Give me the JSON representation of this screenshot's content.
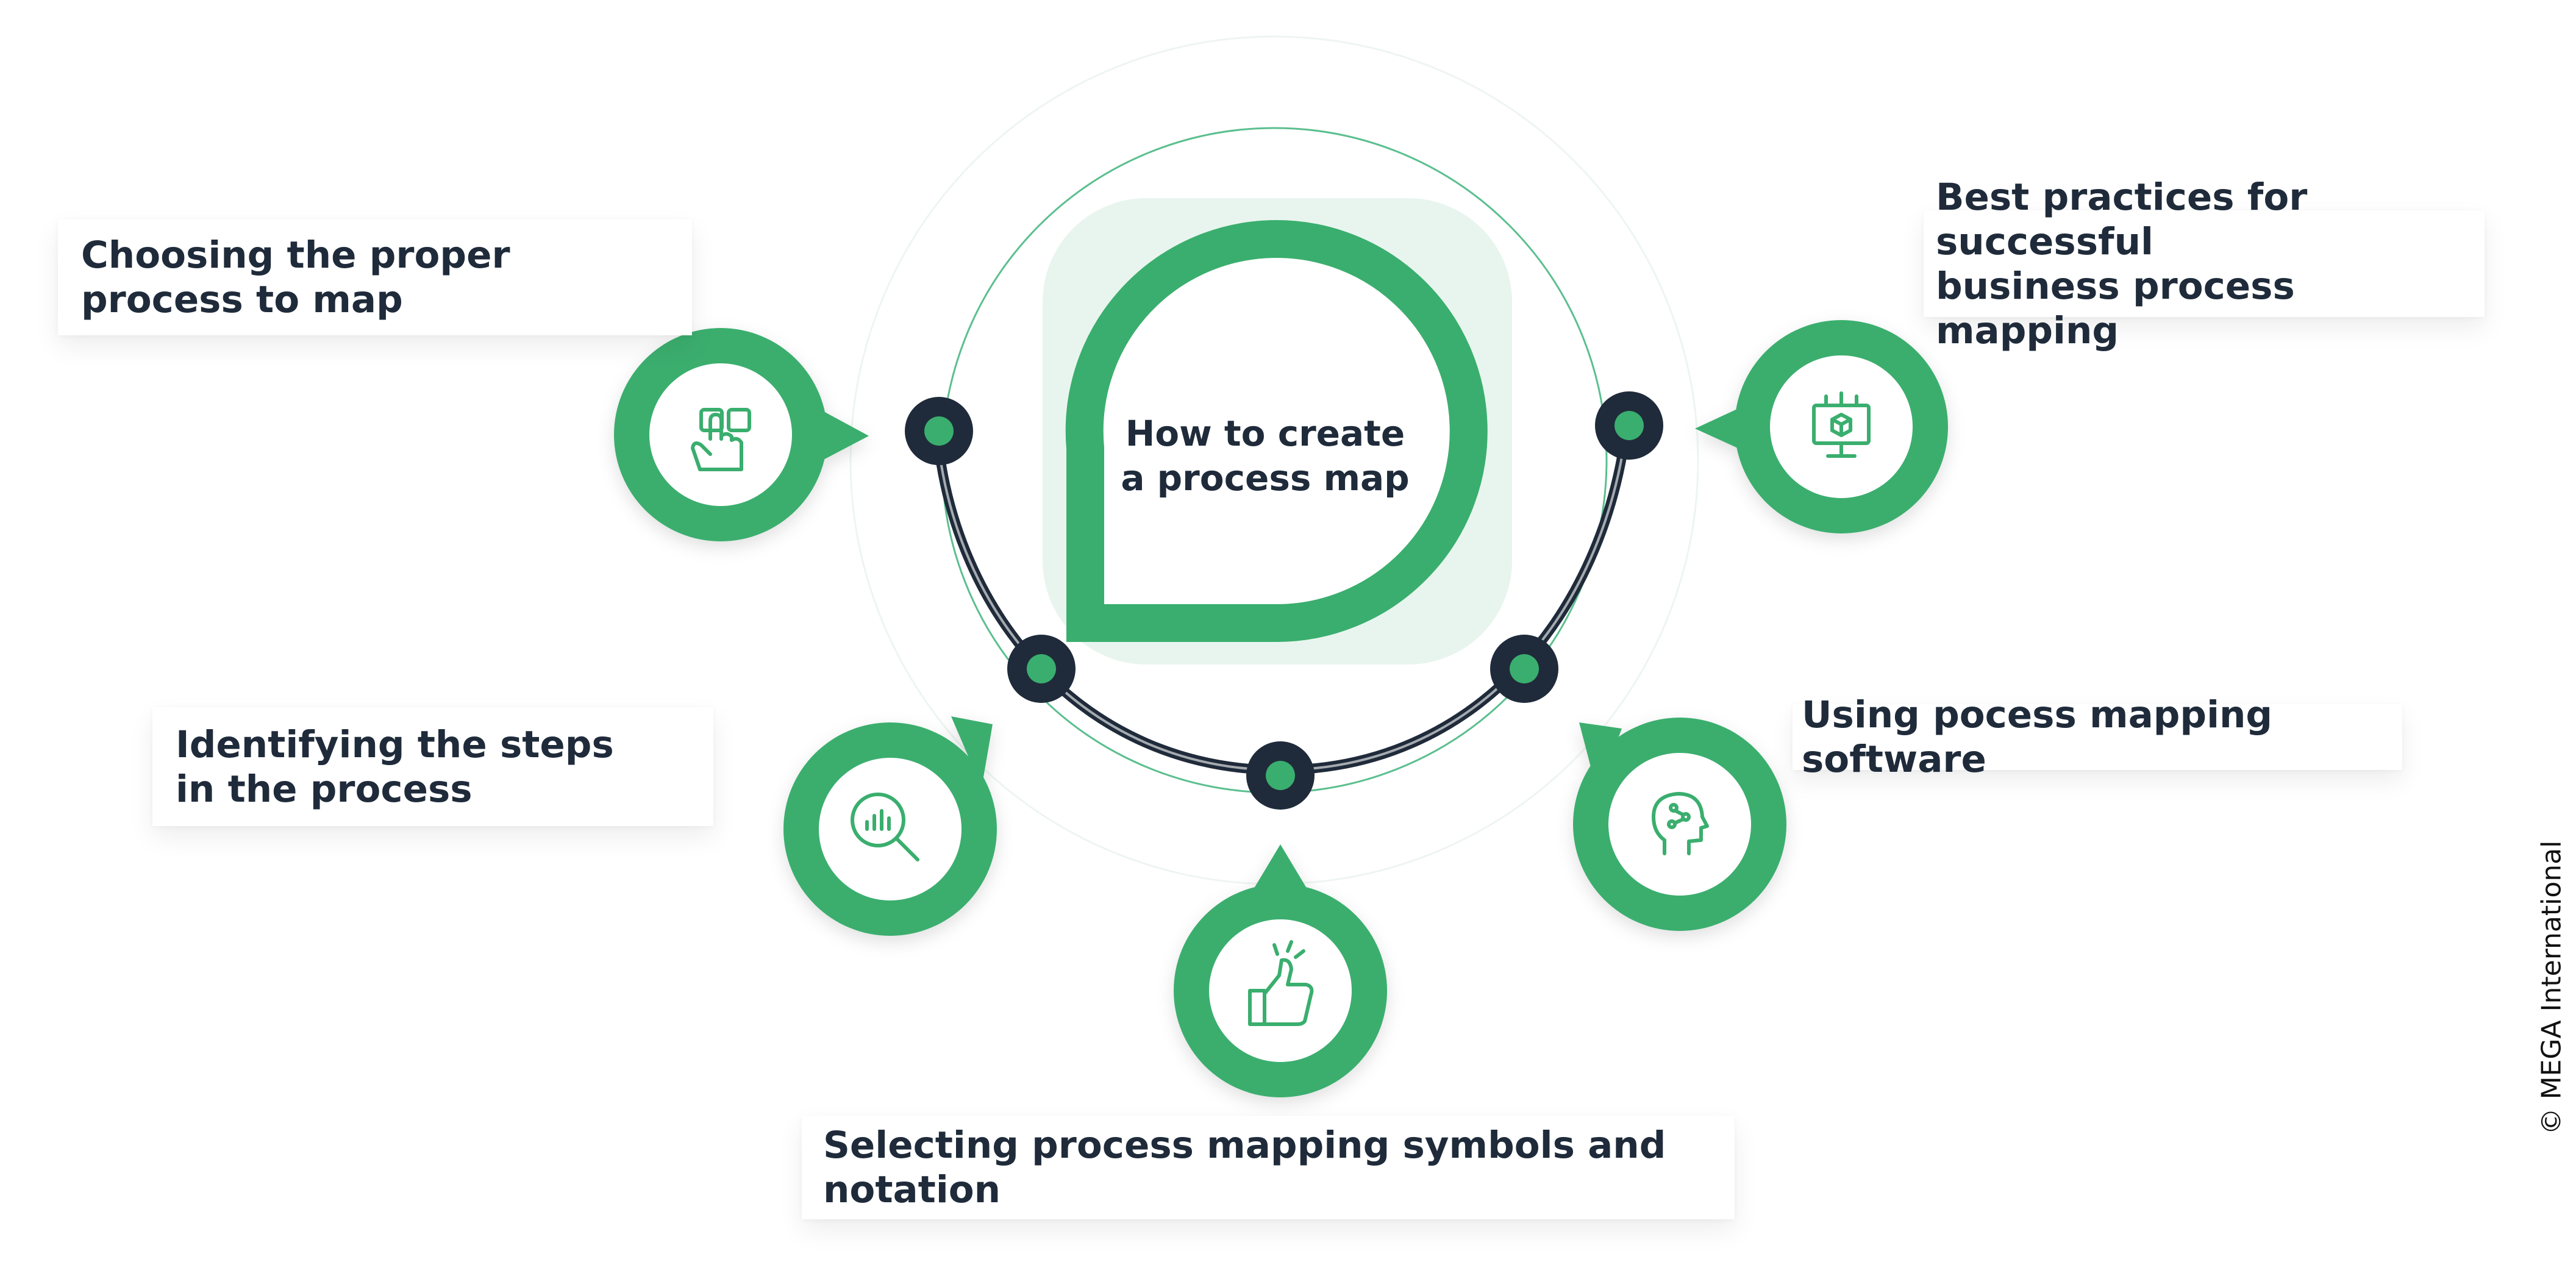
{
  "diagram": {
    "center_title": "How to create\na process map",
    "steps": [
      {
        "label": "Choosing the proper\nprocess to map",
        "icon": "touch-hand-icon"
      },
      {
        "label": "Identifying the steps\nin the process",
        "icon": "magnifier-chart-icon"
      },
      {
        "label": "Selecting process mapping symbols and notation",
        "icon": "thumbs-up-icon"
      },
      {
        "label": "Using pocess mapping software",
        "icon": "ai-head-icon"
      },
      {
        "label": "Best practices for successful\nbusiness process mapping",
        "icon": "monitor-cube-icon"
      }
    ],
    "colors": {
      "green": "#3aae6e",
      "light_green": "#e8f5ee",
      "dark": "#1f2b3a"
    }
  },
  "footer": {
    "copyright": "© MEGA International"
  }
}
